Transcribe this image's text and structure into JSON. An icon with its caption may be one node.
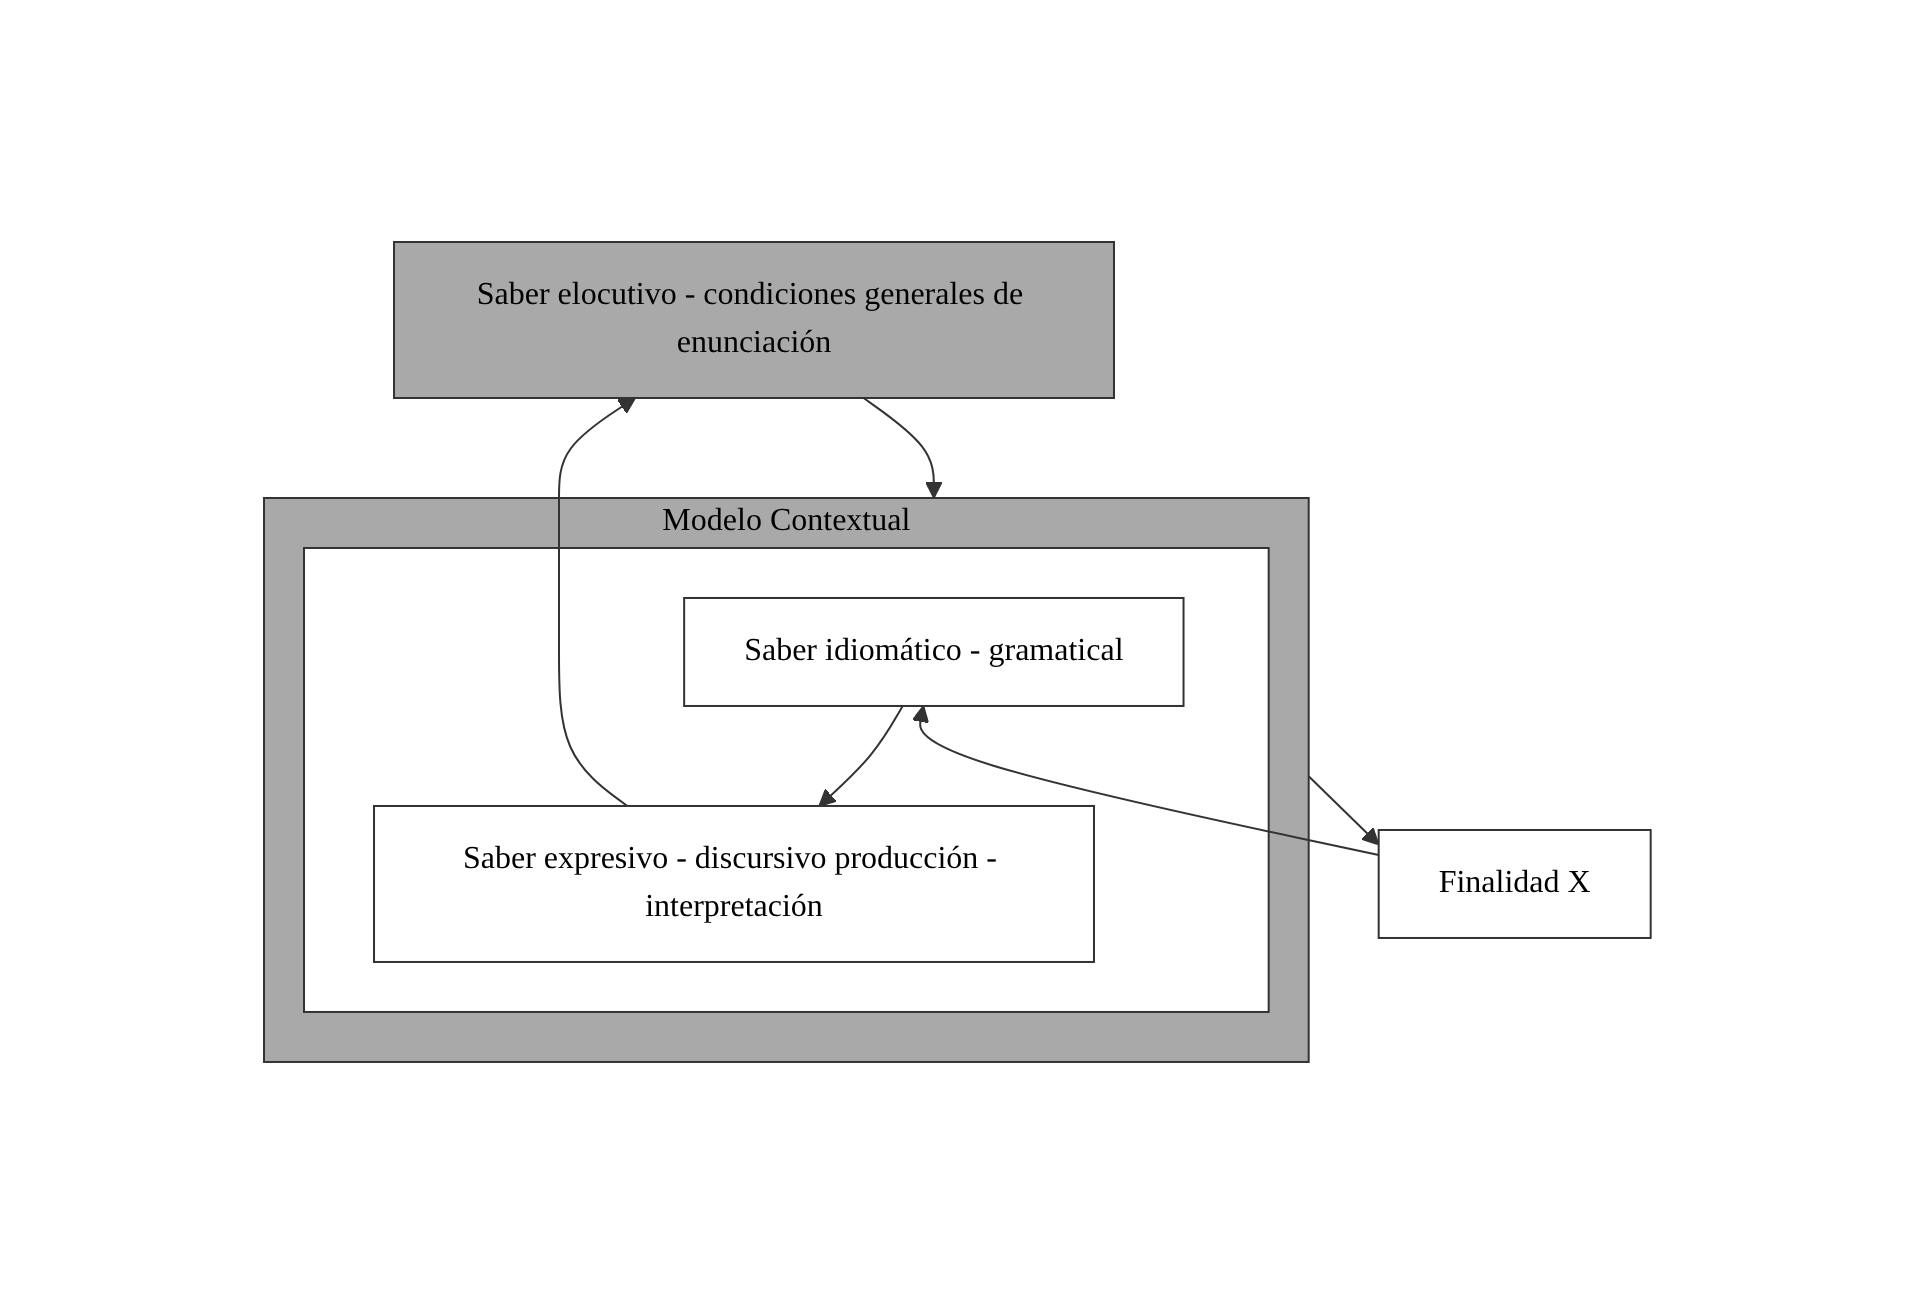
{
  "diagram": {
    "nodes": [
      {
        "text": [
          "Saber elocutivo - condiciones generales de enunciación"
        ]
      },
      {
        "text": [
          "Finalidad X"
        ]
      },
      {
        "text": [
          "Modelo Contextual"
        ]
      },
      {
        "text": [],
        "shape": "box",
        "in": 2
      },
      {
        "text": [
          "Saber idiomático - gramatical"
        ],
        "in": 3
      },
      {
        "text": [
          "Saber expresivo - discursivo producción - interpretación"
        ],
        "in": 3
      }
    ],
    "edges": [
      {
        "from": 0,
        "to": 2,
        "arrow": "to"
      },
      {
        "from": 2,
        "to": 1,
        "arrow": "to"
      },
      {
        "from": 1,
        "to": 4,
        "arrow": "to"
      },
      {
        "from": 4,
        "to": 5,
        "arrow": "to"
      },
      {
        "from": 5,
        "to": 0,
        "arrow": "to"
      }
    ]
  }
}
